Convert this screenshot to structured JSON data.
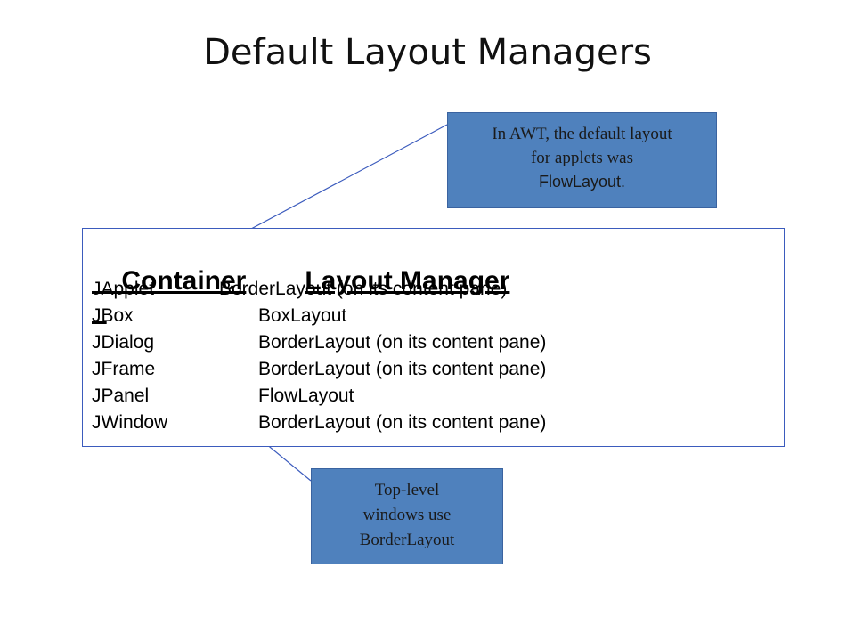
{
  "slide": {
    "title": "Default Layout Managers"
  },
  "table": {
    "header": {
      "col1": "Container",
      "col2": "Layout Manager"
    },
    "rows": [
      {
        "container": "JApplet",
        "manager": "BorderLayout (on its content pane)"
      },
      {
        "container": "JBox",
        "manager": "BoxLayout"
      },
      {
        "container": "JDialog",
        "manager": "BorderLayout (on its content pane)"
      },
      {
        "container": "JFrame",
        "manager": "BorderLayout (on its content pane)"
      },
      {
        "container": "JPanel",
        "manager": "FlowLayout"
      },
      {
        "container": "JWindow",
        "manager": "BorderLayout (on its content pane)"
      }
    ]
  },
  "callouts": {
    "awt": {
      "line1": "In AWT, the default layout",
      "line2": "for applets was",
      "line3": "FlowLayout."
    },
    "toplevel": {
      "line1": "Top-level",
      "line2": "windows use",
      "line3": "BorderLayout"
    }
  },
  "colors": {
    "callout_fill": "#4f81bd",
    "border": "#3b5bbd",
    "connector": "#3b5bbd"
  }
}
